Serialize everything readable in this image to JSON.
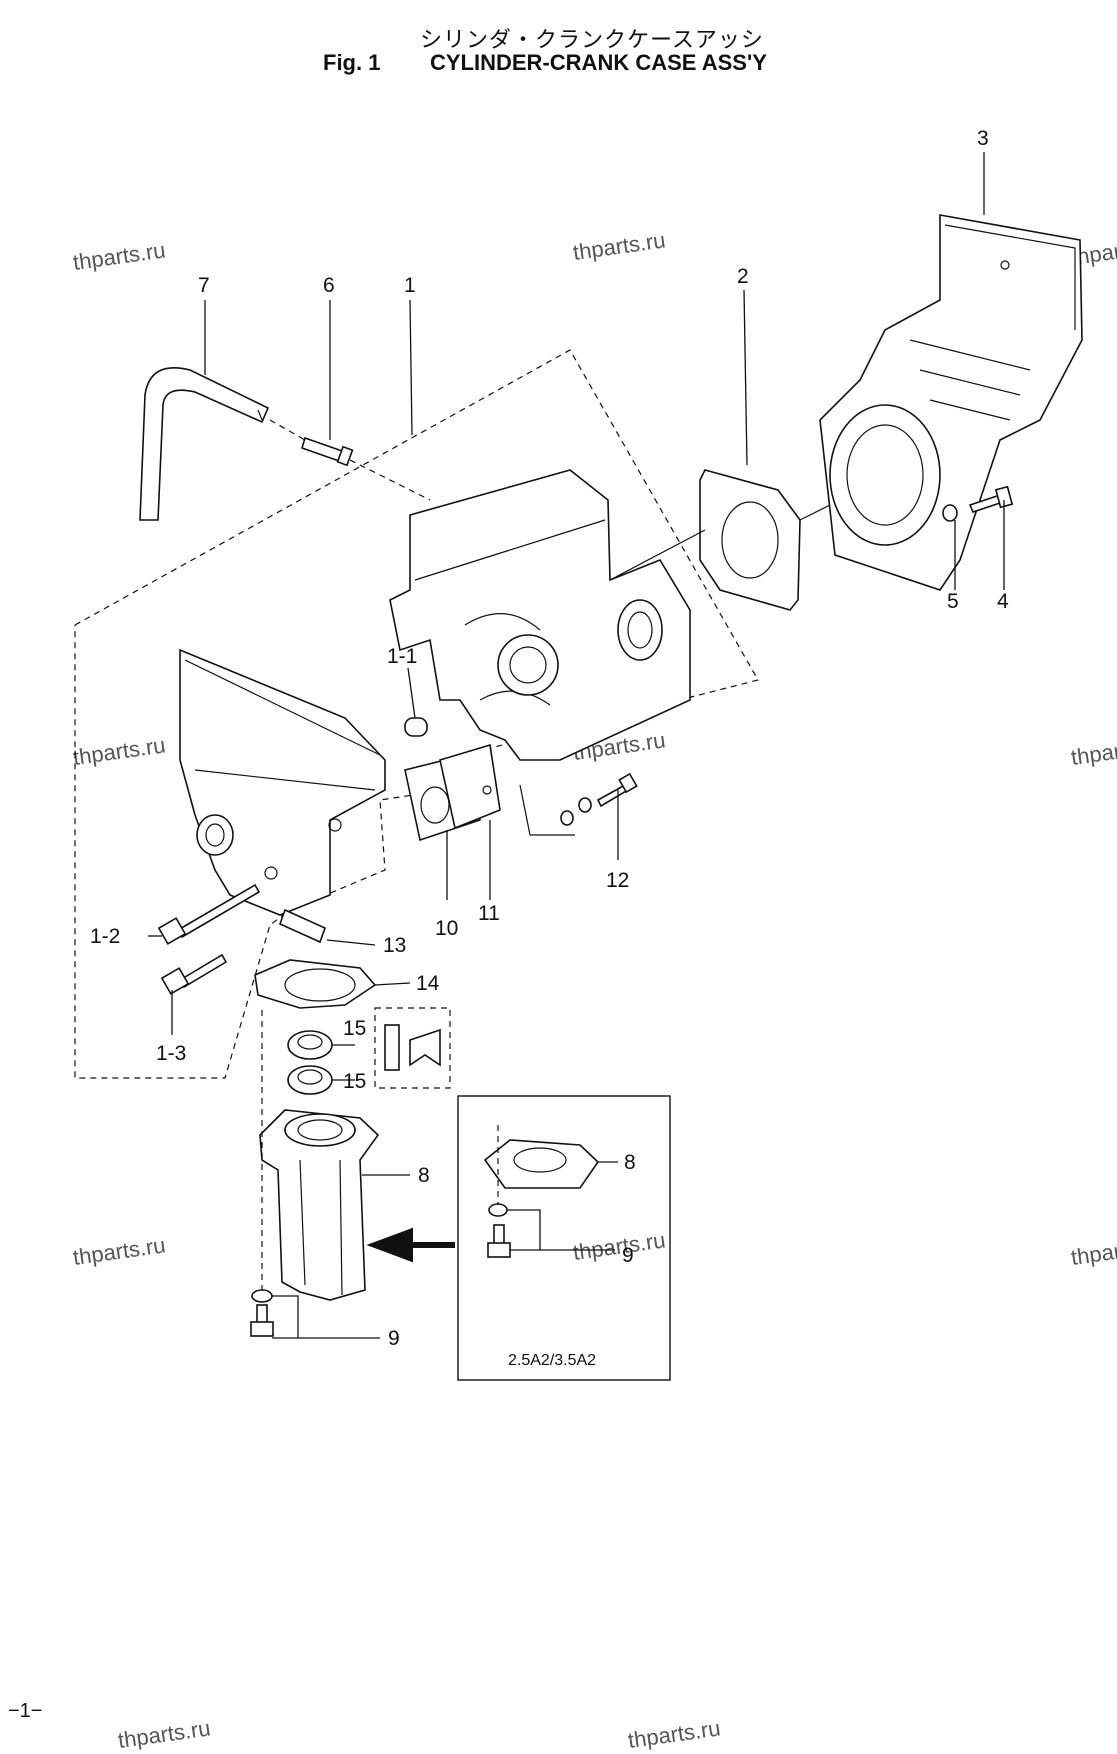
{
  "header": {
    "title_jp": "シリンダ・クランクケースアッシ",
    "fig_number": "Fig. 1",
    "title_en": "CYLINDER-CRANK CASE ASS'Y"
  },
  "watermark": "thparts.ru",
  "callouts": [
    "1",
    "1-1",
    "1-2",
    "1-3",
    "2",
    "3",
    "4",
    "5",
    "6",
    "7",
    "8",
    "9",
    "10",
    "11",
    "12",
    "13",
    "14",
    "15"
  ],
  "inset": {
    "caption": "2.5A2/3.5A2",
    "callouts": [
      "8",
      "9"
    ]
  },
  "footer": {
    "page": "−1−"
  }
}
